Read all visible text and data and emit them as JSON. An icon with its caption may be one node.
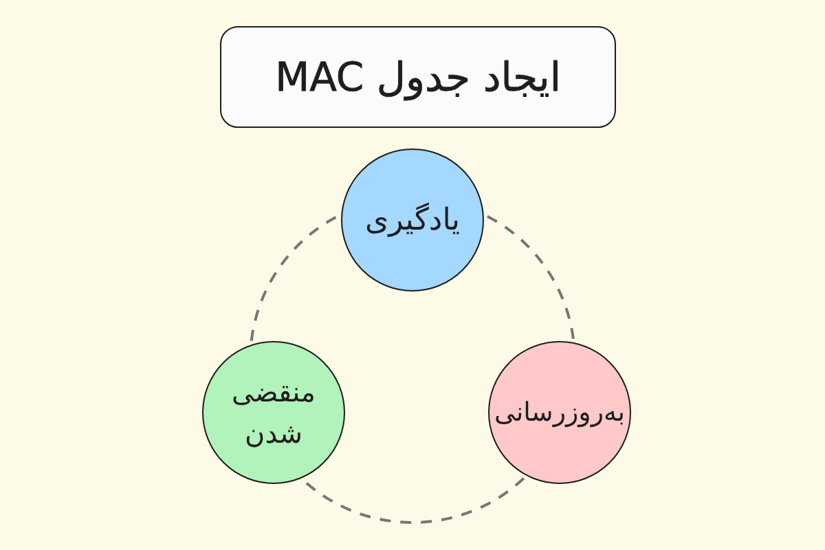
{
  "diagram": {
    "title": "ایجاد جدول MAC",
    "nodes": [
      {
        "text": [
          "یادگیری"
        ]
      },
      {
        "text": [
          "به‌روزرسانی"
        ]
      },
      {
        "text": [
          "منقضی شدن"
        ]
      }
    ],
    "edges": [
      {
        "from": 0,
        "to": 1,
        "arrow": "none",
        "style": "dashed"
      },
      {
        "from": 1,
        "to": 2,
        "arrow": "none",
        "style": "dashed"
      },
      {
        "from": 2,
        "to": 0,
        "arrow": "none",
        "style": "dashed"
      }
    ]
  }
}
